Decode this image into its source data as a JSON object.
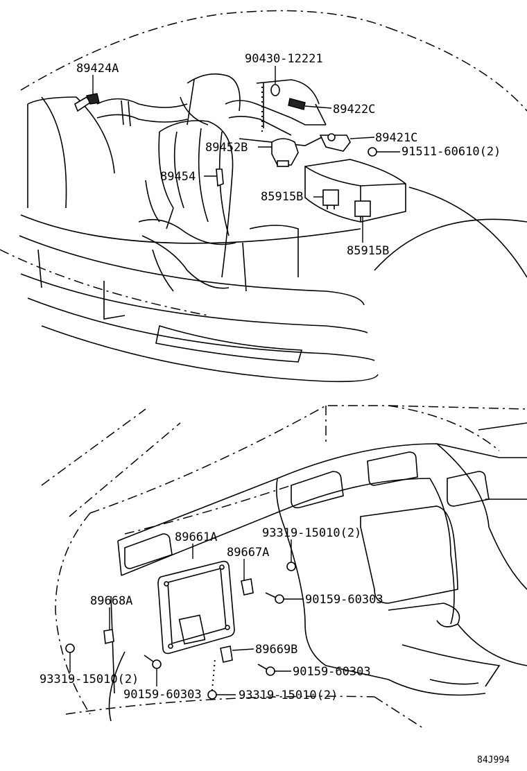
{
  "labels": {
    "p1": "89424A",
    "p2": "90430-12221",
    "p3": "89422C",
    "p4": "89421C",
    "p5": "91511-60610(2)",
    "p6": "89452B",
    "p7": "89454",
    "p8": "85915B",
    "p9": "85915B",
    "p10": "89661A",
    "p11": "93319-15010(2)",
    "p12": "89667A",
    "p13": "90159-60303",
    "p14": "89668A",
    "p15": "89669B",
    "p16": "90159-60303",
    "p17": "93319-15010(2)",
    "p18": "90159-60303",
    "p19": "93319-15010(2)"
  },
  "ref_code": "84J994"
}
